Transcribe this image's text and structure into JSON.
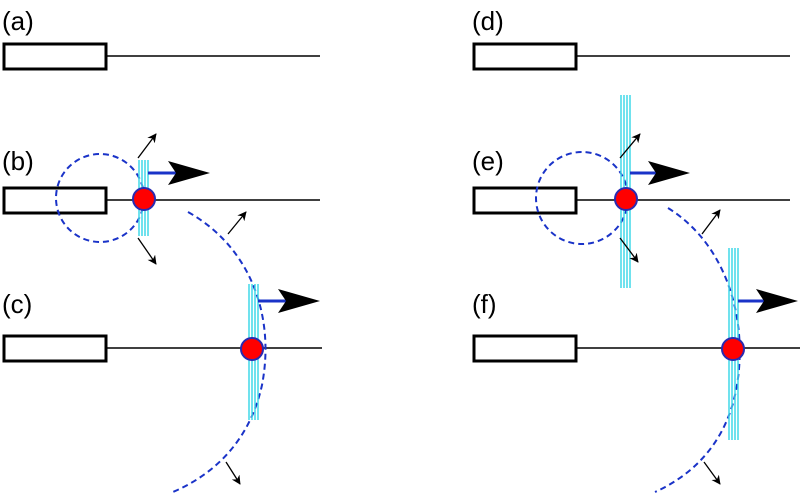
{
  "panels": [
    {
      "id": "a",
      "label": "(a)"
    },
    {
      "id": "b",
      "label": "(b)"
    },
    {
      "id": "c",
      "label": "(c)"
    },
    {
      "id": "d",
      "label": "(d)"
    },
    {
      "id": "e",
      "label": "(e)"
    },
    {
      "id": "f",
      "label": "(f)"
    }
  ],
  "colors": {
    "line": "#000000",
    "wavefront": "#1a33c8",
    "particle": "#ff0000",
    "particle_edge": "#2a2ab0",
    "shock": "#40d8e8",
    "velocity_arrow": "#1a33c8"
  }
}
